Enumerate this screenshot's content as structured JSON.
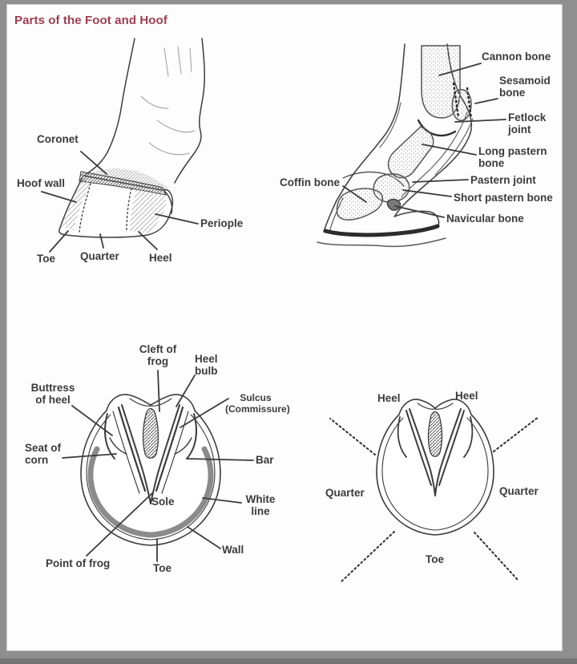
{
  "title": "Parts of the Foot and Hoof",
  "colors": {
    "title_text": "#a13d52",
    "label_text": "#3b3b3b",
    "drawing_ink": "#3c3c3c",
    "frame": "#8f8f8f",
    "paper": "#fdfdfd"
  },
  "panels": {
    "side_view": {
      "labels": {
        "coronet": "Coronet",
        "hoof_wall": "Hoof wall",
        "periople": "Periople",
        "toe": "Toe",
        "quarter": "Quarter",
        "heel": "Heel"
      }
    },
    "cross_section": {
      "labels": {
        "cannon_bone": "Cannon bone",
        "sesamoid_bone": "Sesamoid\nbone",
        "fetlock_joint": "Fetlock\njoint",
        "long_pastern_bone": "Long pastern\nbone",
        "pastern_joint": "Pastern joint",
        "short_pastern_bone": "Short pastern bone",
        "coffin_bone": "Coffin bone",
        "navicular_bone": "Navicular bone"
      }
    },
    "solar_view": {
      "labels": {
        "cleft_of_frog": "Cleft of\nfrog",
        "heel_bulb": "Heel\nbulb",
        "buttress_of_heel": "Buttress\nof heel",
        "sulcus": "Sulcus\n(Commissure)",
        "seat_of_corn": "Seat of\ncorn",
        "bar": "Bar",
        "sole": "Sole",
        "white_line": "White\nline",
        "wall": "Wall",
        "point_of_frog": "Point of frog",
        "toe": "Toe"
      }
    },
    "regions_view": {
      "labels": {
        "heel_left": "Heel",
        "heel_right": "Heel",
        "quarter_left": "Quarter",
        "quarter_right": "Quarter",
        "toe": "Toe"
      }
    }
  }
}
